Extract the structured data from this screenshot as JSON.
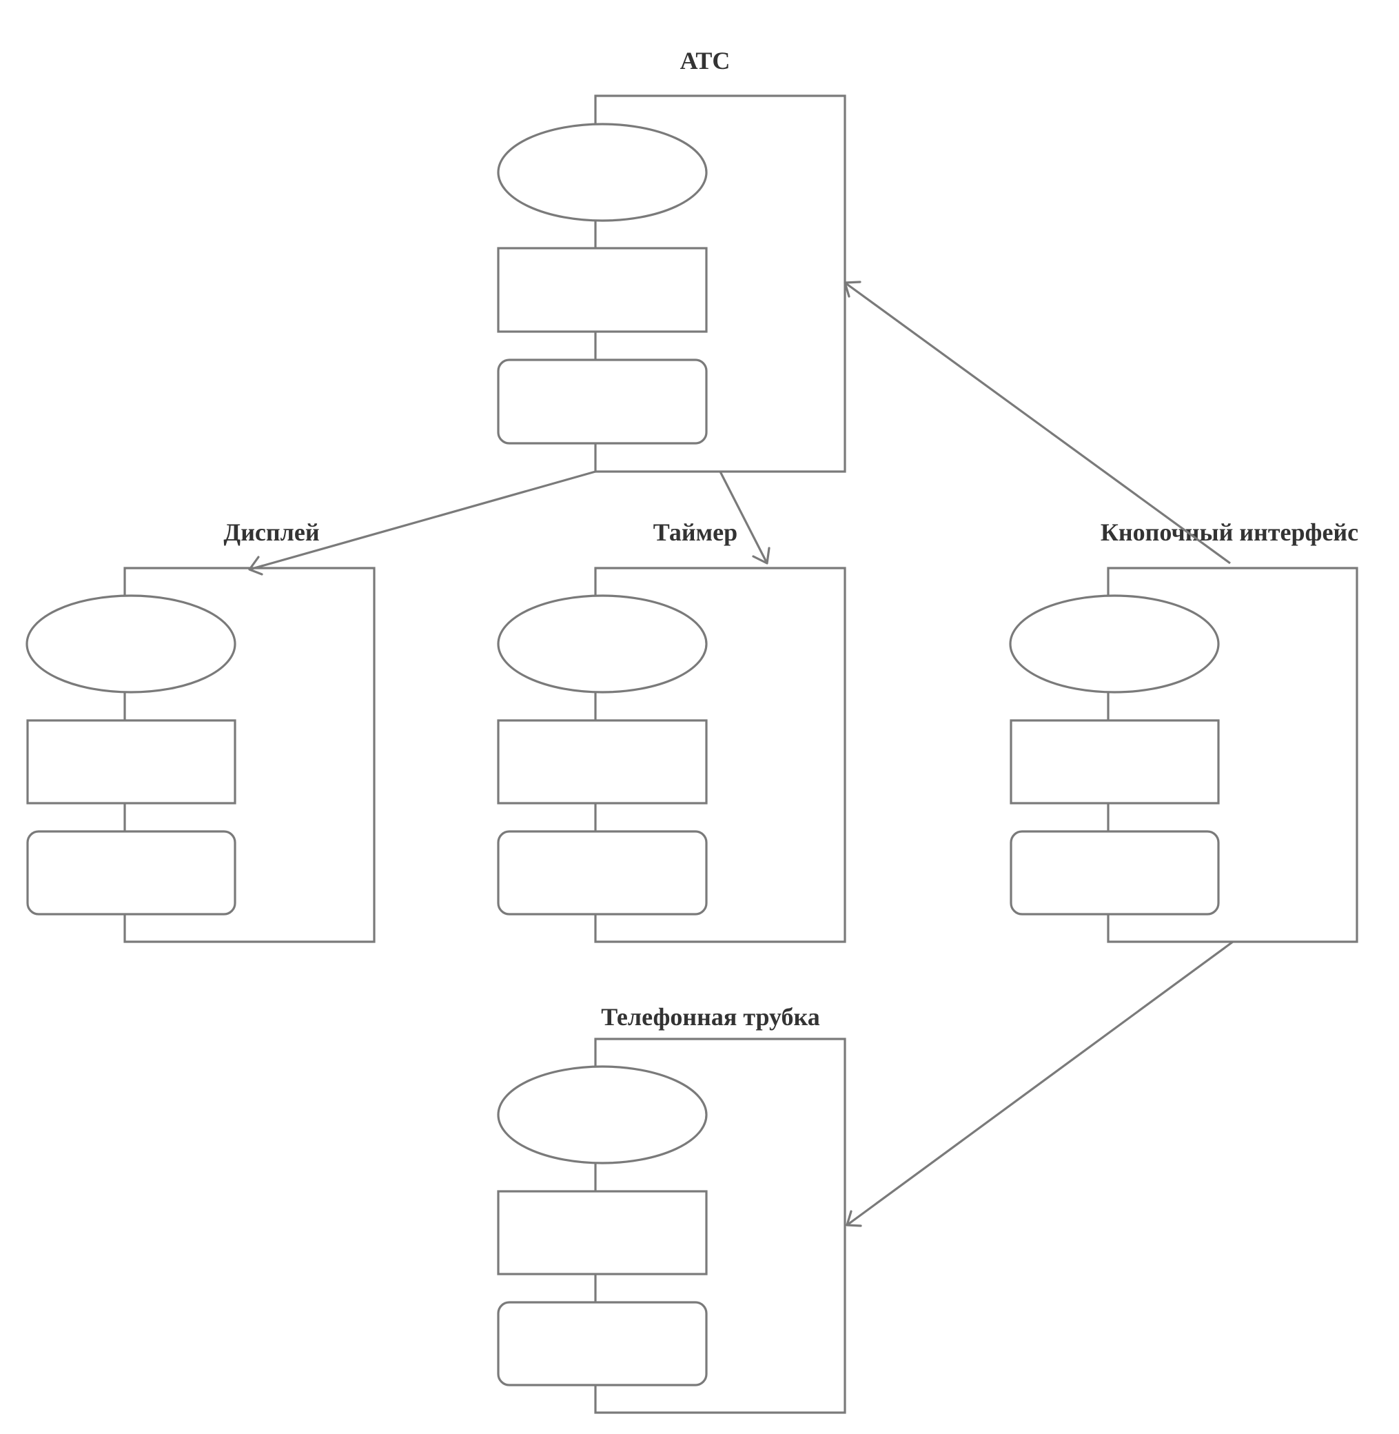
{
  "diagram": {
    "colors": {
      "stroke": "#7a7a7a",
      "title_text": "#333333",
      "background": "#ffffff"
    },
    "nodes": [
      {
        "id": "atc",
        "title": "АТС"
      },
      {
        "id": "display",
        "title": "Дисплей"
      },
      {
        "id": "timer",
        "title": "Таймер"
      },
      {
        "id": "buttons",
        "title": "Кнопочный интерфейс"
      },
      {
        "id": "handset",
        "title": "Телефонная трубка"
      }
    ],
    "edges": [
      {
        "from": "atc",
        "to": "display"
      },
      {
        "from": "atc",
        "to": "timer"
      },
      {
        "from": "buttons",
        "to": "atc"
      },
      {
        "from": "buttons",
        "to": "handset"
      }
    ]
  }
}
